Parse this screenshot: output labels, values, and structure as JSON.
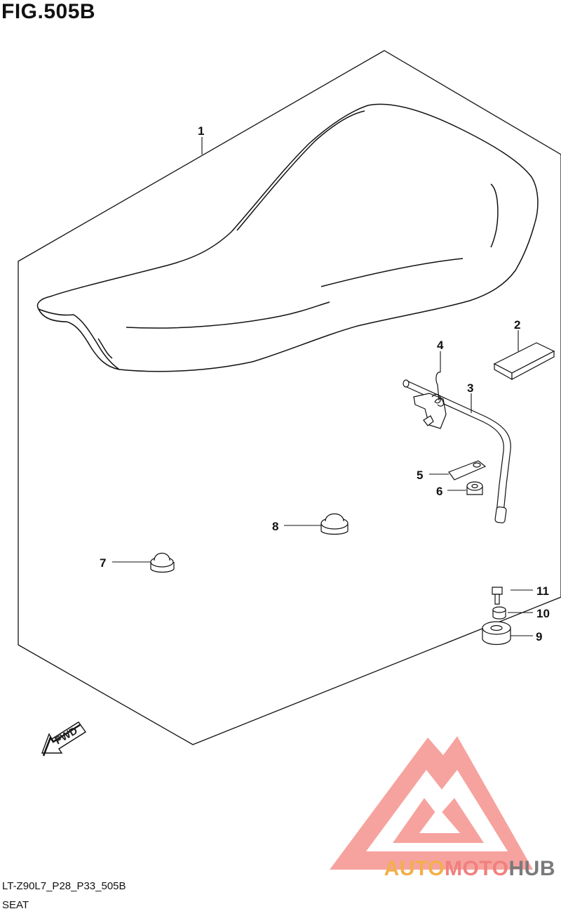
{
  "figure": {
    "title": "FIG.505B"
  },
  "callouts": [
    {
      "id": "1",
      "label": "1"
    },
    {
      "id": "2",
      "label": "2"
    },
    {
      "id": "3",
      "label": "3"
    },
    {
      "id": "4",
      "label": "4"
    },
    {
      "id": "5",
      "label": "5"
    },
    {
      "id": "6",
      "label": "6"
    },
    {
      "id": "7",
      "label": "7"
    },
    {
      "id": "8",
      "label": "8"
    },
    {
      "id": "9",
      "label": "9"
    },
    {
      "id": "10",
      "label": "10"
    },
    {
      "id": "11",
      "label": "11"
    }
  ],
  "direction_marker": {
    "text": "FWD"
  },
  "footer": {
    "model_code": "LT-Z90L7_P28_P33_505B",
    "section": "SEAT"
  },
  "watermark": {
    "brand_part1": "AUTO",
    "brand_part2": "MOTO",
    "brand_part3": "HUB",
    "colors": {
      "auto": "#f2b04a",
      "moto": "#f0807e",
      "hub": "#7a7a7a",
      "logo": "#f5938f"
    }
  }
}
